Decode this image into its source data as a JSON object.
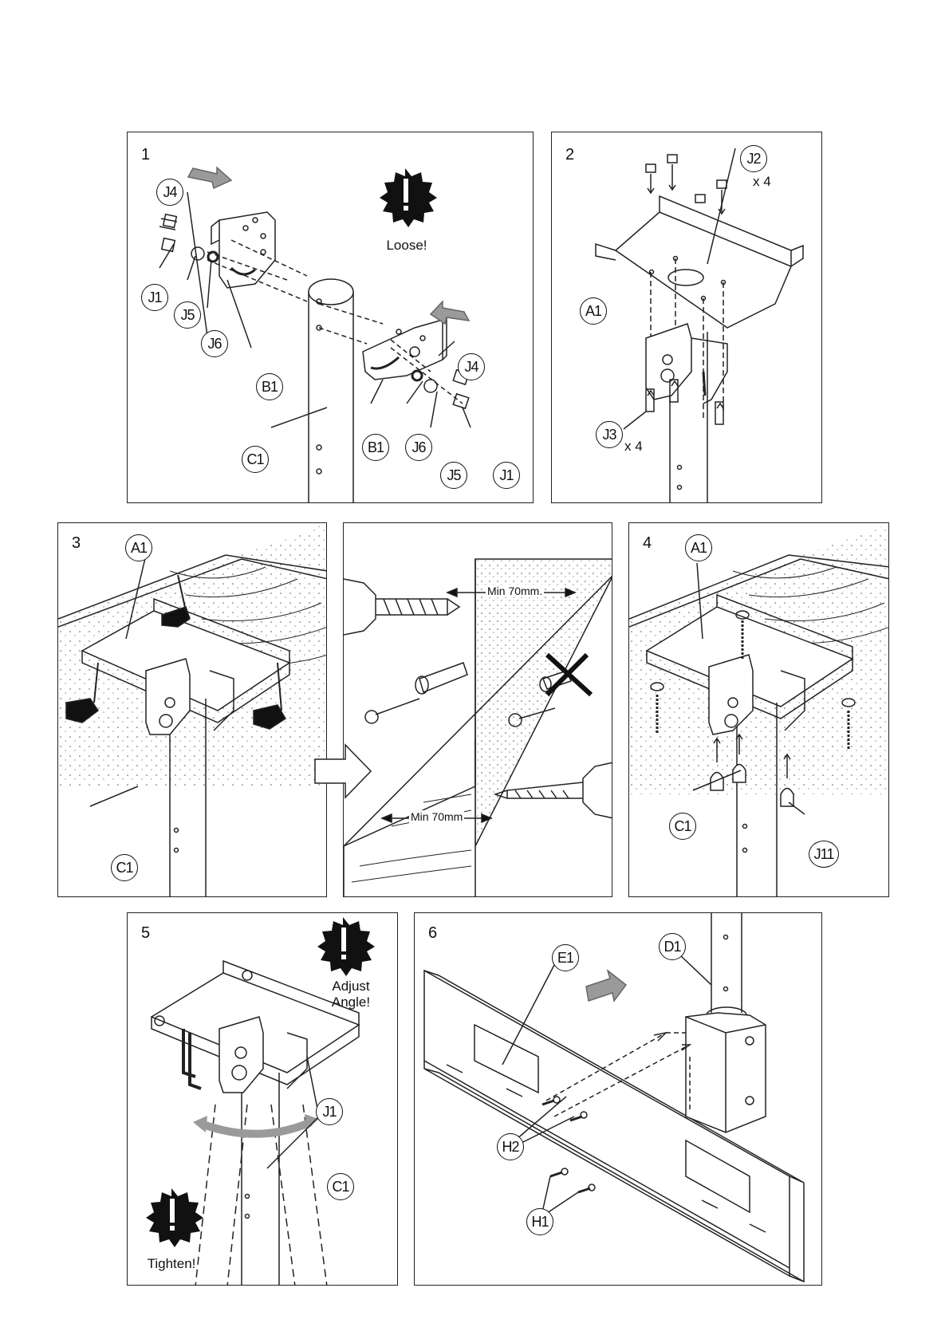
{
  "steps": [
    {
      "number": "1",
      "note": "Loose!",
      "callouts": [
        "J4",
        "J1",
        "J5",
        "J6",
        "B1",
        "J4",
        "B1",
        "J6",
        "J5",
        "J1",
        "C1"
      ]
    },
    {
      "number": "2",
      "callouts": [
        "J2",
        "A1",
        "J3"
      ],
      "qty_top": "x 4",
      "qty_bottom": "x 4"
    },
    {
      "number": "3",
      "callouts": [
        "A1",
        "C1"
      ]
    },
    {
      "detail": {
        "dim_top": "Min 70mm.",
        "dim_bottom": "Min 70mm"
      }
    },
    {
      "number": "4",
      "callouts": [
        "A1",
        "C1",
        "J11"
      ]
    },
    {
      "number": "5",
      "note_top": [
        "Adjust",
        "Angle!"
      ],
      "note_bottom": "Tighten!",
      "callouts": [
        "J1",
        "C1"
      ]
    },
    {
      "number": "6",
      "callouts": [
        "E1",
        "D1",
        "H2",
        "H1"
      ]
    }
  ],
  "icons": {
    "warning": "exclamation-burst-icon",
    "direction": "gray-arrow-icon"
  },
  "colors": {
    "line": "#222222",
    "arrow_fill": "#9a9a9a",
    "burst": "#111111"
  }
}
